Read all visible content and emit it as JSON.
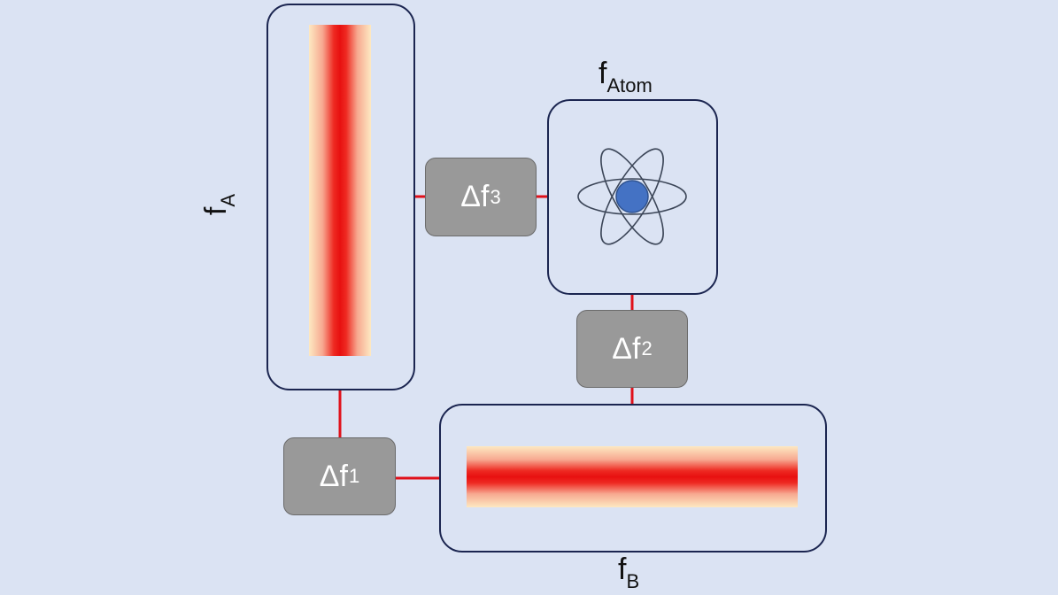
{
  "labels": {
    "f_a": {
      "main": "f",
      "sub": "A"
    },
    "f_b": {
      "main": "f",
      "sub": "B"
    },
    "f_atom": {
      "main": "f",
      "sub": "Atom"
    }
  },
  "deltas": [
    {
      "main": "Δf",
      "sub": "1"
    },
    {
      "main": "Δf",
      "sub": "2"
    },
    {
      "main": "Δf",
      "sub": "3"
    }
  ],
  "colors": {
    "background": "#dbe3f3",
    "frame": "#1b2550",
    "link": "#e0101a",
    "delta_box": "#999999",
    "nucleus": "#4472c4"
  }
}
